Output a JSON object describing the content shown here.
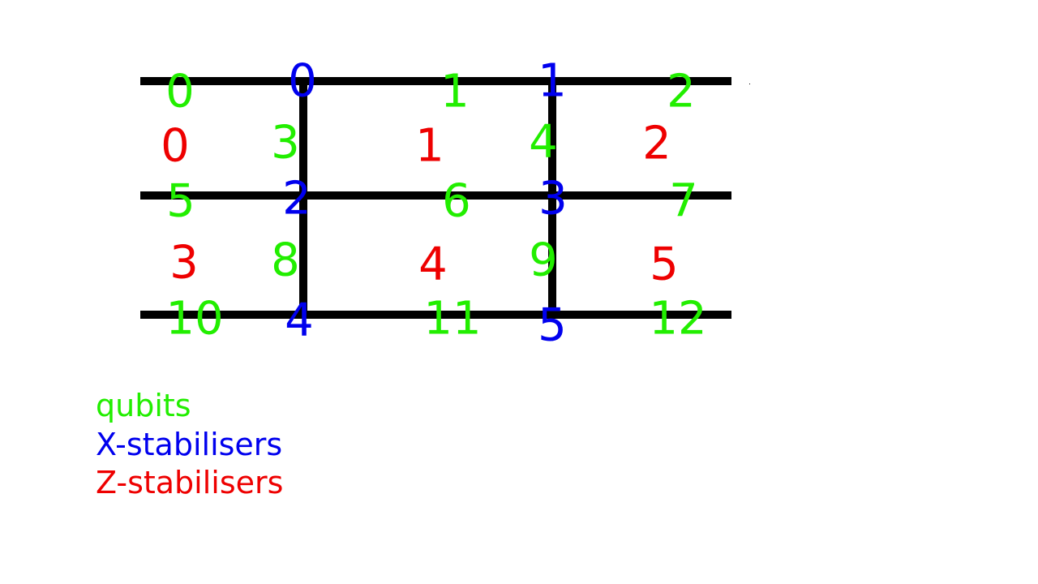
{
  "colors": {
    "qubit": "#22ee00",
    "x_stabiliser": "#0000ee",
    "z_stabiliser": "#ee0000",
    "edge": "#000000"
  },
  "qubits": [
    "0",
    "1",
    "2",
    "3",
    "4",
    "5",
    "6",
    "7",
    "8",
    "9",
    "10",
    "11",
    "12"
  ],
  "x_stabilisers": [
    "0",
    "1",
    "2",
    "3",
    "4",
    "5"
  ],
  "z_stabilisers": [
    "0",
    "1",
    "2",
    "3",
    "4",
    "5"
  ],
  "legend": {
    "qubits": "qubits",
    "x_stabilisers": "X-stabilisers",
    "z_stabilisers": "Z-stabilisers"
  }
}
